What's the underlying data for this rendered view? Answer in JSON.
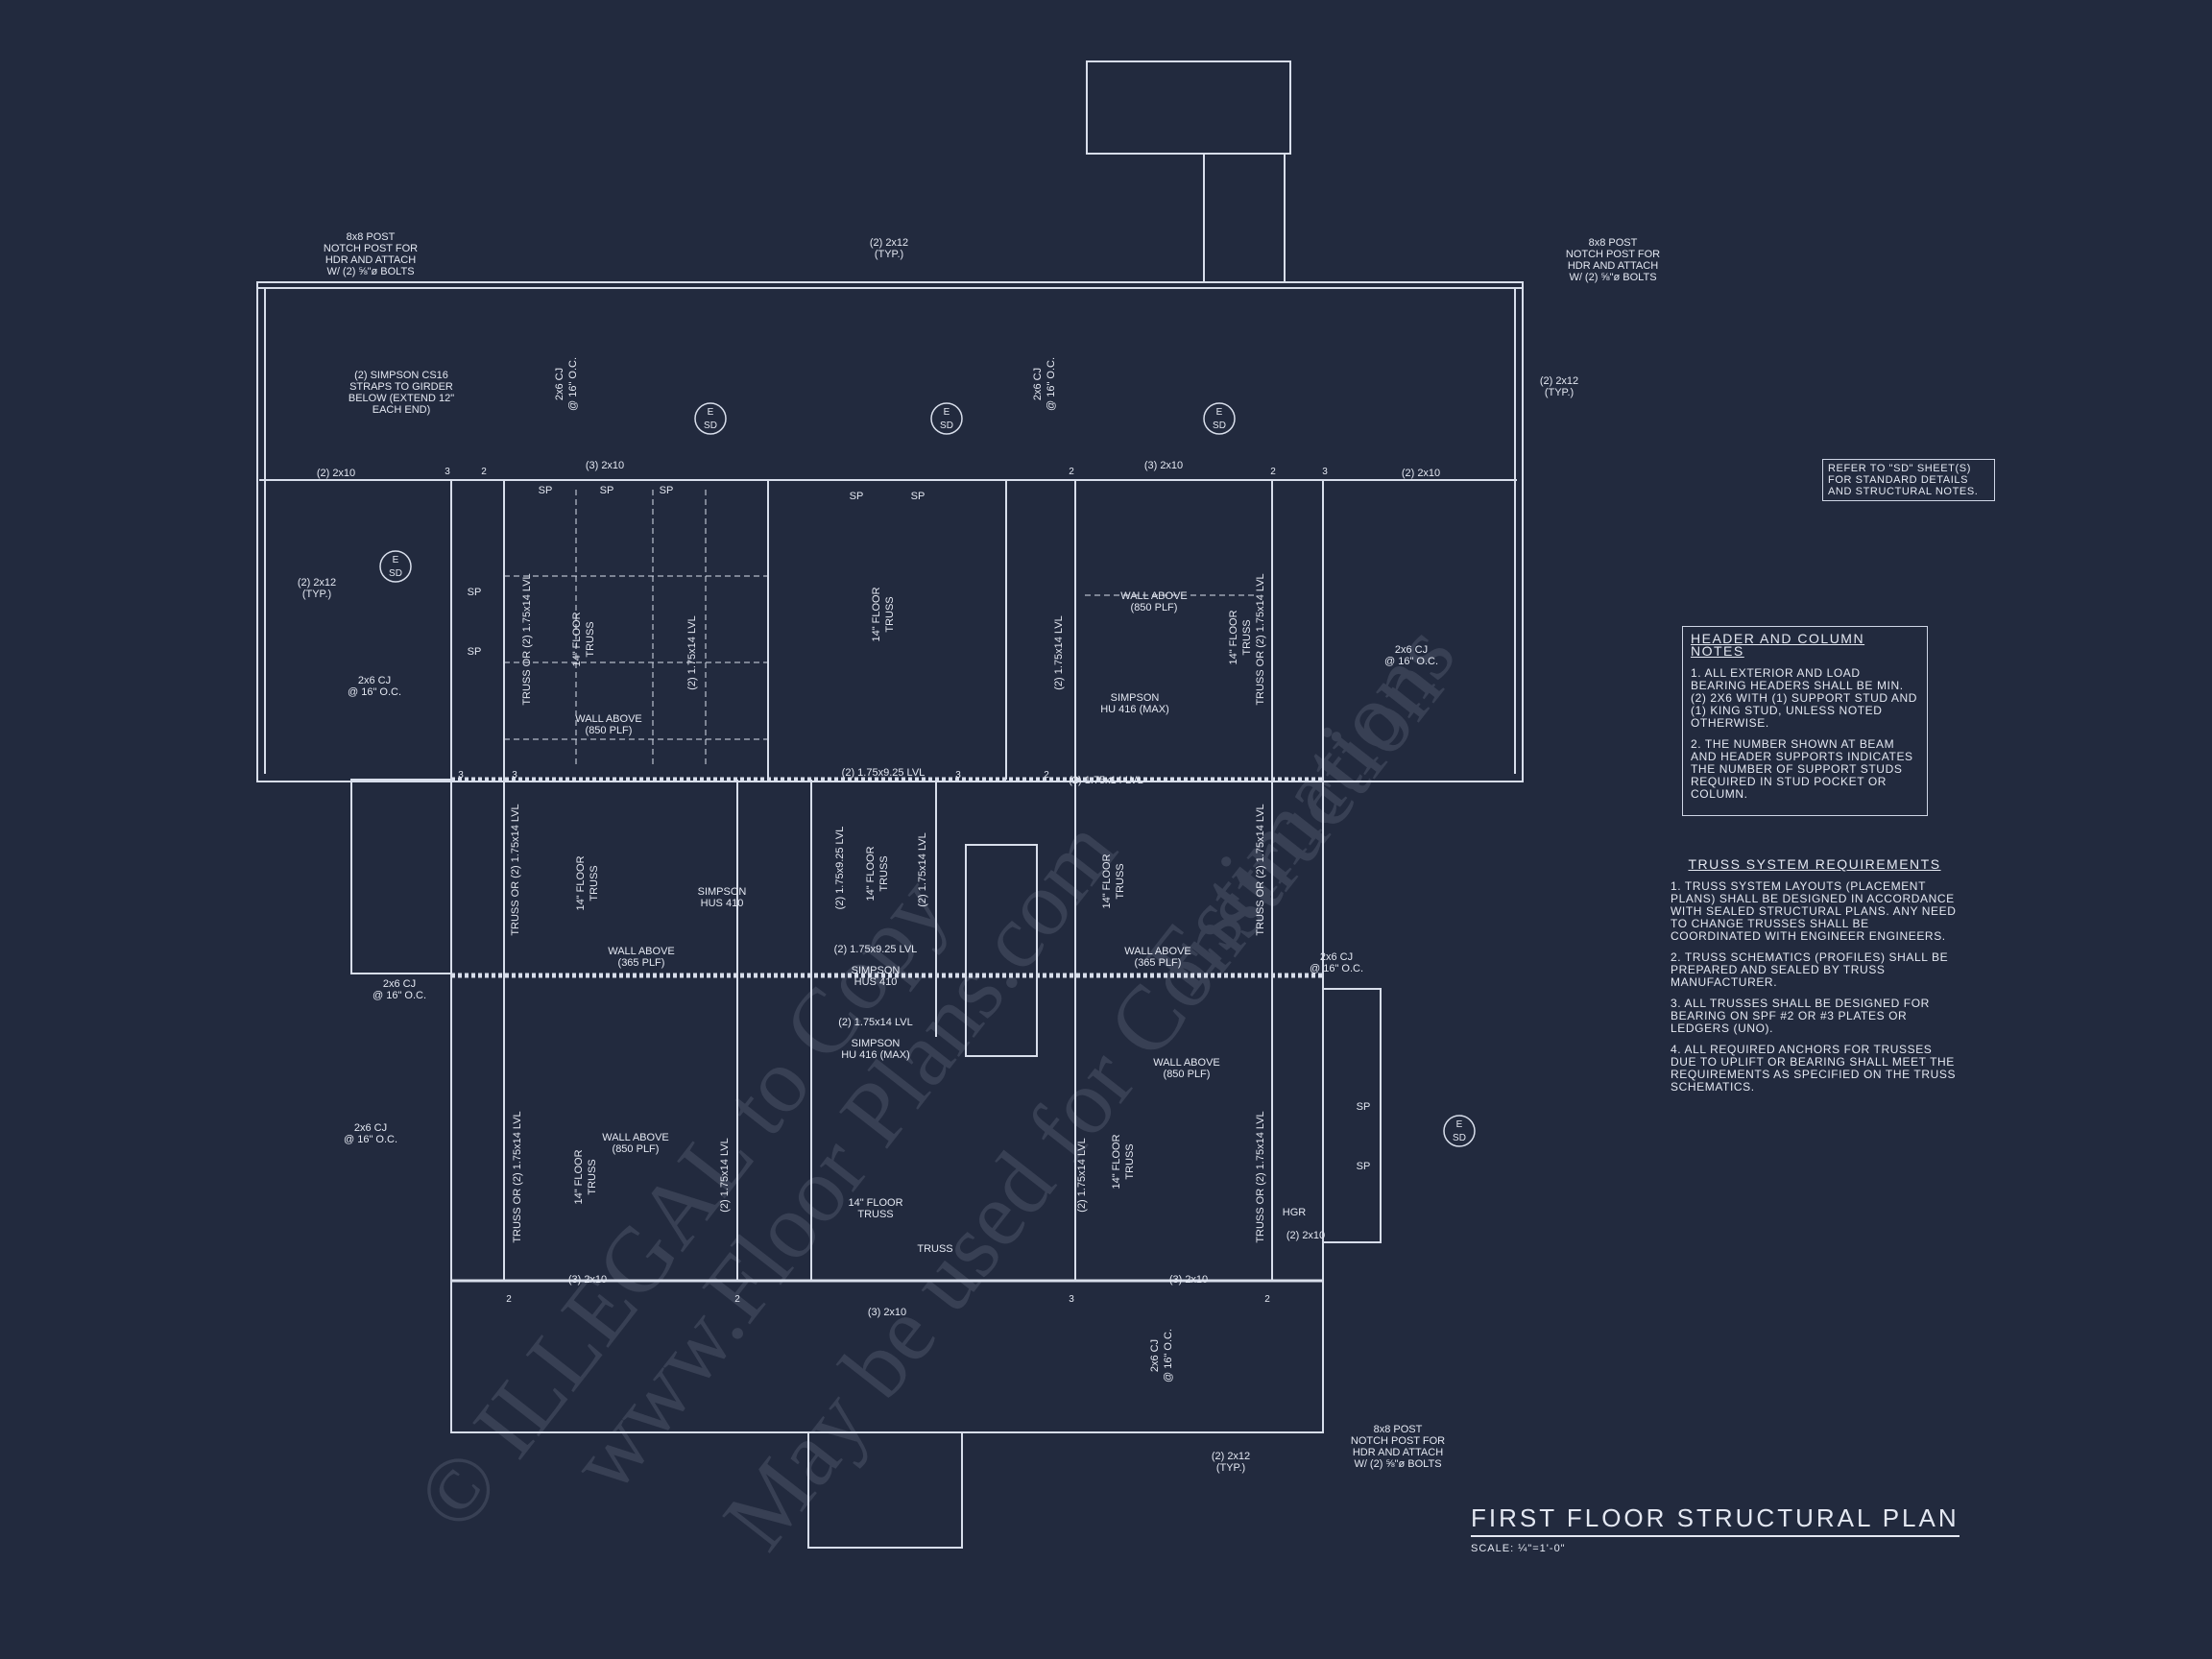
{
  "title": "FIRST FLOOR STRUCTURAL PLAN",
  "scale": "SCALE: ¼\"=1'-0\"",
  "watermark": {
    "line1": "© ILLEGAL to Copy",
    "line2": "www.Floor Plans.com",
    "line3": "May be used for Construction",
    "line4": "Estimations"
  },
  "notes": {
    "refer": "REFER TO \"SD\" SHEET(S) FOR STANDARD DETAILS AND STRUCTURAL NOTES.",
    "header_title": "HEADER AND COLUMN NOTES",
    "header_1": "1. ALL EXTERIOR AND LOAD BEARING HEADERS SHALL BE MIN. (2) 2x6 WITH (1) SUPPORT STUD AND (1) KING STUD, UNLESS NOTED OTHERWISE.",
    "header_2": "2. THE NUMBER SHOWN AT BEAM AND HEADER SUPPORTS INDICATES THE NUMBER OF SUPPORT STUDS REQUIRED IN STUD POCKET OR COLUMN.",
    "truss_title": "TRUSS SYSTEM REQUIREMENTS",
    "truss_1": "1. TRUSS SYSTEM LAYOUTS (PLACEMENT PLANS) SHALL BE DESIGNED IN ACCORDANCE WITH SEALED STRUCTURAL PLANS. ANY NEED TO CHANGE TRUSSES SHALL BE COORDINATED WITH ENGINEER ENGINEERS.",
    "truss_2": "2. TRUSS SCHEMATICS (PROFILES) SHALL BE PREPARED AND SEALED BY TRUSS MANUFACTURER.",
    "truss_3": "3. ALL TRUSSES SHALL BE DESIGNED FOR BEARING ON SPF #2 OR #3 PLATES OR LEDGERS (UNO).",
    "truss_4": "4. ALL REQUIRED ANCHORS FOR TRUSSES DUE TO UPLIFT OR BEARING SHALL MEET THE REQUIREMENTS AS SPECIFIED ON THE TRUSS SCHEMATICS."
  },
  "labels": {
    "post_1": "8x8 POST",
    "post_2": "NOTCH POST FOR",
    "post_3": "HDR AND ATTACH",
    "post_4": "W/ (2) ⅝\"ø BOLTS",
    "hdr_2x12": "(2) 2x12",
    "typ": "(TYP.)",
    "hdr_2x10_2": "(2) 2x10",
    "hdr_2x10_3": "(3) 2x10",
    "cj": "2x6 CJ",
    "oc": "@ 16\" O.C.",
    "cs16_1": "(2) SIMPSON CS16",
    "cs16_2": "STRAPS TO GIRDER",
    "cs16_3": "BELOW (EXTEND 12\"",
    "cs16_4": "EACH END)",
    "e": "E",
    "sd": "SD",
    "sp": "SP",
    "floor_truss": "14\" FLOOR",
    "truss": "TRUSS",
    "wall_above": "WALL ABOVE",
    "plf_850": "(850 PLF)",
    "plf_365": "(365 PLF)",
    "truss_or_lvl": "TRUSS OR (2) 1.75x14 LVL",
    "lvl_14": "(2) 1.75x14 LVL",
    "lvl_925": "(2) 1.75x9.25 LVL",
    "simpson": "SIMPSON",
    "hu416": "HU 416 (MAX)",
    "hus410": "HUS 410",
    "hgr": "HGR",
    "two_by_ten_2": "(2) 2x10",
    "n2": "2",
    "n3": "3"
  }
}
